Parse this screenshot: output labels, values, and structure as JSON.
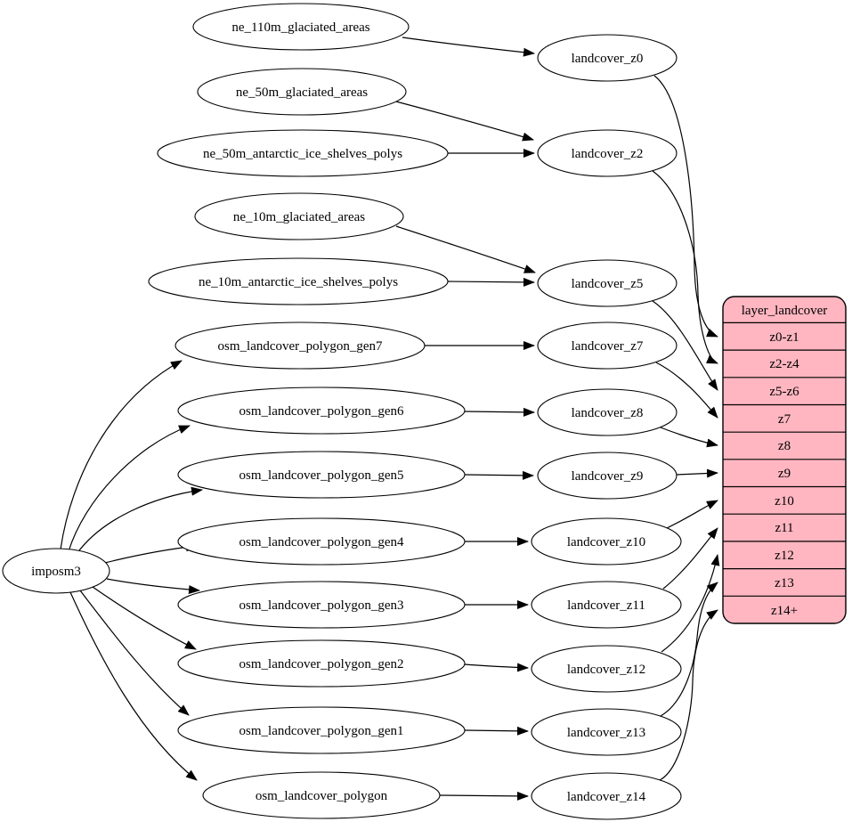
{
  "diagram": {
    "background": "#ffffff",
    "node_fill": "#ffffff",
    "node_stroke": "#000000",
    "edge_color": "#000000",
    "record_fill": "#ffb6c1",
    "text_color": "#000000"
  },
  "nodes": {
    "imposm3": "imposm3",
    "ne_110m_glaciated_areas": "ne_110m_glaciated_areas",
    "ne_50m_glaciated_areas": "ne_50m_glaciated_areas",
    "ne_50m_antarctic_ice_shelves_polys": "ne_50m_antarctic_ice_shelves_polys",
    "ne_10m_glaciated_areas": "ne_10m_glaciated_areas",
    "ne_10m_antarctic_ice_shelves_polys": "ne_10m_antarctic_ice_shelves_polys",
    "osm_landcover_polygon_gen7": "osm_landcover_polygon_gen7",
    "osm_landcover_polygon_gen6": "osm_landcover_polygon_gen6",
    "osm_landcover_polygon_gen5": "osm_landcover_polygon_gen5",
    "osm_landcover_polygon_gen4": "osm_landcover_polygon_gen4",
    "osm_landcover_polygon_gen3": "osm_landcover_polygon_gen3",
    "osm_landcover_polygon_gen2": "osm_landcover_polygon_gen2",
    "osm_landcover_polygon_gen1": "osm_landcover_polygon_gen1",
    "osm_landcover_polygon": "osm_landcover_polygon",
    "landcover_z0": "landcover_z0",
    "landcover_z2": "landcover_z2",
    "landcover_z5": "landcover_z5",
    "landcover_z7": "landcover_z7",
    "landcover_z8": "landcover_z8",
    "landcover_z9": "landcover_z9",
    "landcover_z10": "landcover_z10",
    "landcover_z11": "landcover_z11",
    "landcover_z12": "landcover_z12",
    "landcover_z13": "landcover_z13",
    "landcover_z14": "landcover_z14"
  },
  "record": {
    "title": "layer_landcover",
    "rows": [
      "z0-z1",
      "z2-z4",
      "z5-z6",
      "z7",
      "z8",
      "z9",
      "z10",
      "z11",
      "z12",
      "z13",
      "z14+"
    ]
  },
  "edges": [
    {
      "from": "imposm3",
      "to": "osm_landcover_polygon_gen7"
    },
    {
      "from": "imposm3",
      "to": "osm_landcover_polygon_gen6"
    },
    {
      "from": "imposm3",
      "to": "osm_landcover_polygon_gen5"
    },
    {
      "from": "imposm3",
      "to": "osm_landcover_polygon_gen4"
    },
    {
      "from": "imposm3",
      "to": "osm_landcover_polygon_gen3"
    },
    {
      "from": "imposm3",
      "to": "osm_landcover_polygon_gen2"
    },
    {
      "from": "imposm3",
      "to": "osm_landcover_polygon_gen1"
    },
    {
      "from": "imposm3",
      "to": "osm_landcover_polygon"
    },
    {
      "from": "ne_110m_glaciated_areas",
      "to": "landcover_z0"
    },
    {
      "from": "ne_50m_glaciated_areas",
      "to": "landcover_z2"
    },
    {
      "from": "ne_50m_antarctic_ice_shelves_polys",
      "to": "landcover_z2"
    },
    {
      "from": "ne_10m_glaciated_areas",
      "to": "landcover_z5"
    },
    {
      "from": "ne_10m_antarctic_ice_shelves_polys",
      "to": "landcover_z5"
    },
    {
      "from": "osm_landcover_polygon_gen7",
      "to": "landcover_z7"
    },
    {
      "from": "osm_landcover_polygon_gen6",
      "to": "landcover_z8"
    },
    {
      "from": "osm_landcover_polygon_gen5",
      "to": "landcover_z9"
    },
    {
      "from": "osm_landcover_polygon_gen4",
      "to": "landcover_z10"
    },
    {
      "from": "osm_landcover_polygon_gen3",
      "to": "landcover_z11"
    },
    {
      "from": "osm_landcover_polygon_gen2",
      "to": "landcover_z12"
    },
    {
      "from": "osm_landcover_polygon_gen1",
      "to": "landcover_z13"
    },
    {
      "from": "osm_landcover_polygon",
      "to": "landcover_z14"
    },
    {
      "from": "landcover_z0",
      "to": "layer_landcover.z0-z1"
    },
    {
      "from": "landcover_z2",
      "to": "layer_landcover.z2-z4"
    },
    {
      "from": "landcover_z5",
      "to": "layer_landcover.z5-z6"
    },
    {
      "from": "landcover_z7",
      "to": "layer_landcover.z7"
    },
    {
      "from": "landcover_z8",
      "to": "layer_landcover.z8"
    },
    {
      "from": "landcover_z9",
      "to": "layer_landcover.z9"
    },
    {
      "from": "landcover_z10",
      "to": "layer_landcover.z10"
    },
    {
      "from": "landcover_z11",
      "to": "layer_landcover.z11"
    },
    {
      "from": "landcover_z12",
      "to": "layer_landcover.z12"
    },
    {
      "from": "landcover_z13",
      "to": "layer_landcover.z13"
    },
    {
      "from": "landcover_z14",
      "to": "layer_landcover.z14+"
    }
  ]
}
